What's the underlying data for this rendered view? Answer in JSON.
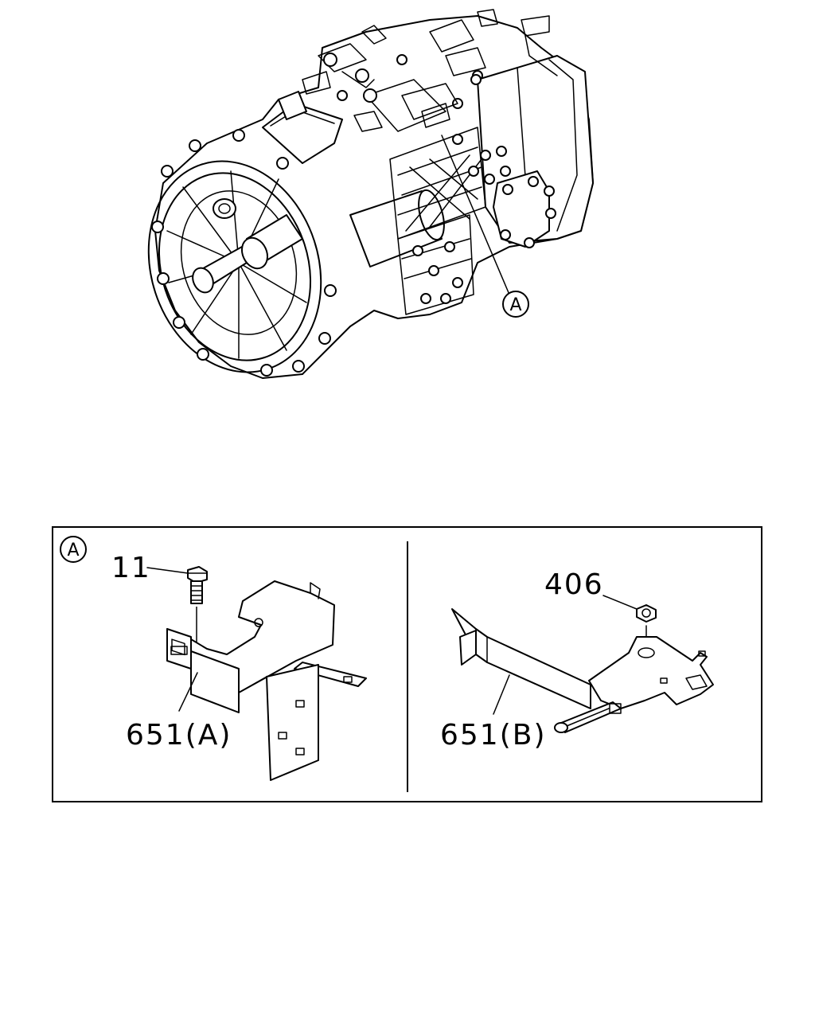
{
  "callouts": {
    "main_ref": "A",
    "detail_ref": "A"
  },
  "parts": {
    "bolt": "11",
    "nut": "406",
    "bracket_a": "651(A)",
    "bracket_b": "651(B)"
  }
}
